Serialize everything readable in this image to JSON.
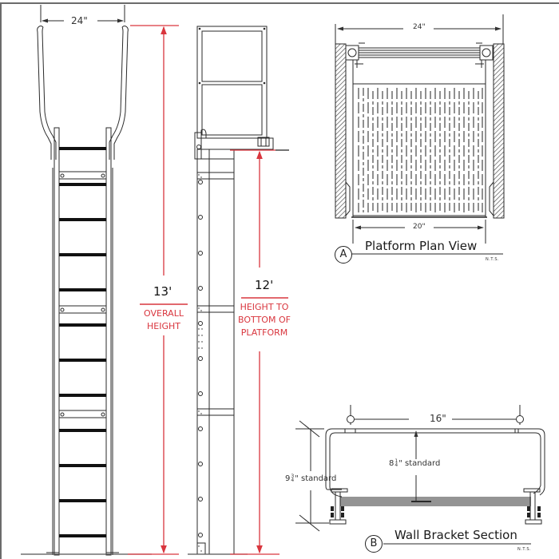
{
  "drawing": {
    "title": "Ladder with platform — dimensional drawing",
    "colors": {
      "line": "#2a2a2a",
      "dimension_red": "#d9363e",
      "hatch": "#444444",
      "rung": "#111111",
      "frame": "#6b6b6b"
    }
  },
  "front_view": {
    "width_dim": "24\"",
    "rung_count": 13
  },
  "side_view": {
    "overall_height_value": "13'",
    "overall_height_label_line1": "OVERALL",
    "overall_height_label_line2": "HEIGHT",
    "platform_height_value": "12'",
    "platform_height_label_line1": "HEIGHT TO",
    "platform_height_label_line2": "BOTTOM OF",
    "platform_height_label_line3": "PLATFORM"
  },
  "platform_plan": {
    "marker": "A",
    "title": "Platform Plan View",
    "nts": "N.T.S.",
    "outer_width_dim": "24\"",
    "inner_width_dim": "20\""
  },
  "wall_bracket": {
    "marker": "B",
    "title": "Wall Bracket Section",
    "nts": "N.T.S.",
    "hole_spacing_dim": "16\"",
    "inner_standoff_whole": "8",
    "inner_standoff_num": "1",
    "inner_standoff_den": "4",
    "inner_standoff_suffix": "\" standard",
    "outer_standoff_whole": "9",
    "outer_standoff_num": "3",
    "outer_standoff_den": "4",
    "outer_standoff_suffix": "\" standard"
  }
}
